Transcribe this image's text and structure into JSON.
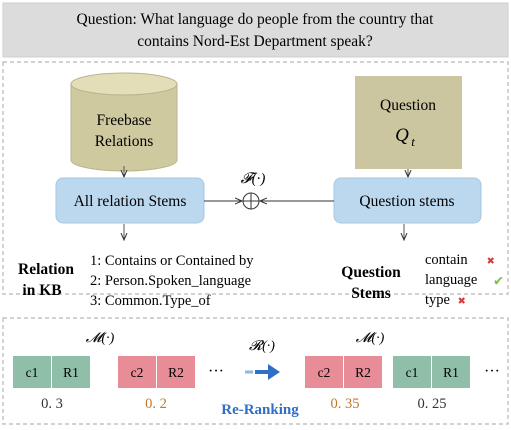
{
  "question": {
    "line1": "Question: What language do people from the country that",
    "line2": "contains Nord-Est Department speak?"
  },
  "freebase": {
    "line1": "Freebase",
    "line2": "Relations"
  },
  "question_box": {
    "line1": "Question",
    "var_main": "Q",
    "var_sub": "t"
  },
  "stems": {
    "relation": "All relation Stems",
    "question": "Question stems",
    "fusion_fn": "𝓕(·)"
  },
  "relation_kb": {
    "label_line1": "Relation",
    "label_line2": "in KB",
    "items": [
      "1: Contains or Contained by",
      "2: Person.Spoken_language",
      "3: Common.Type_of"
    ]
  },
  "question_stems": {
    "label_line1": "Question",
    "label_line2": "Stems",
    "items": [
      {
        "word": "contain",
        "mark": "✖",
        "status": "wrong"
      },
      {
        "word": "language",
        "mark": "✔",
        "status": "correct"
      },
      {
        "word": "type",
        "mark": "✖",
        "status": "wrong"
      }
    ]
  },
  "ranking": {
    "m_fn": "𝓜(·)",
    "r_fn": "𝓡(·)",
    "ellipsis": "···",
    "label": "Re-Ranking",
    "before": [
      {
        "c": "c1",
        "r": "R1",
        "score": "0. 3",
        "color": "green"
      },
      {
        "c": "c2",
        "r": "R2",
        "score": "0. 2",
        "color": "red"
      }
    ],
    "after": [
      {
        "c": "c2",
        "r": "R2",
        "score": "0. 35",
        "color": "red"
      },
      {
        "c": "c1",
        "r": "R1",
        "score": "0. 25",
        "color": "green"
      }
    ]
  },
  "colors": {
    "header_bg": "#dcdcdc",
    "dashed_border": "#b8b8b8",
    "db_fill": "#cfc9a0",
    "db_top": "#e4deb8",
    "question_fill": "#cbc6a0",
    "stem_fill": "#bcd8ef",
    "green_cell": "#8fbfa8",
    "green_dark": "#5e9a80",
    "red_cell": "#e88d98",
    "red_dark": "#d66b78",
    "score_orange": "#c0782a",
    "rerank_blue": "#2f6fc6",
    "wrong_red": "#d83a3a",
    "check_green": "#7ac043"
  }
}
